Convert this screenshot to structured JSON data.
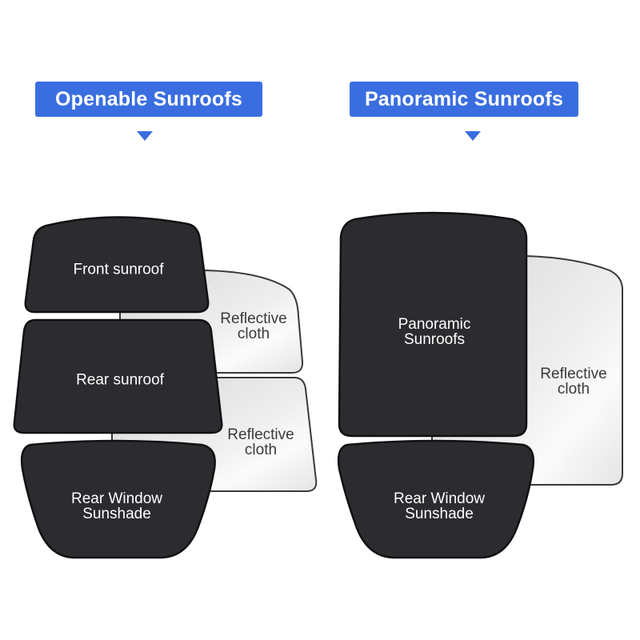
{
  "headers": {
    "left": "Openable Sunroofs",
    "right": "Panoramic Sunroofs"
  },
  "colors": {
    "accent": "#3a6ee0",
    "shade_fill": "#2c2c30",
    "reflective_fill": "#e6e6e6",
    "outline": "#1a1a1a"
  },
  "left_group": {
    "front_sunroof": "Front sunroof",
    "rear_sunroof": "Rear sunroof",
    "rear_window_line1": "Rear Window",
    "rear_window_line2": "Sunshade",
    "reflective_top_line1": "Reflective",
    "reflective_top_line2": "cloth",
    "reflective_bottom_line1": "Reflective",
    "reflective_bottom_line2": "cloth"
  },
  "right_group": {
    "panoramic_line1": "Panoramic",
    "panoramic_line2": "Sunroofs",
    "rear_window_line1": "Rear Window",
    "rear_window_line2": "Sunshade",
    "reflective_line1": "Reflective",
    "reflective_line2": "cloth"
  }
}
